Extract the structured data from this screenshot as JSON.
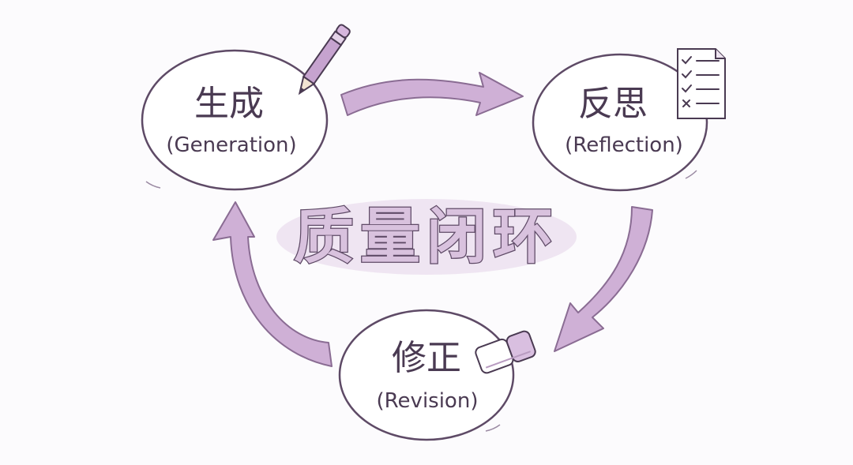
{
  "center": {
    "title": "质量闭环"
  },
  "nodes": [
    {
      "id": "generation",
      "title": "生成",
      "subtitle": "(Generation)",
      "icon": "pencil-icon"
    },
    {
      "id": "reflection",
      "title": "反思",
      "subtitle": "(Reflection)",
      "icon": "checklist-icon"
    },
    {
      "id": "revision",
      "title": "修正",
      "subtitle": "(Revision)",
      "icon": "eraser-icon"
    }
  ],
  "colors": {
    "ink": "#4a3a52",
    "arrow_fill": "#cfb0d6",
    "arrow_stroke": "#8a6c93",
    "center_fill": "#d9c2de"
  }
}
